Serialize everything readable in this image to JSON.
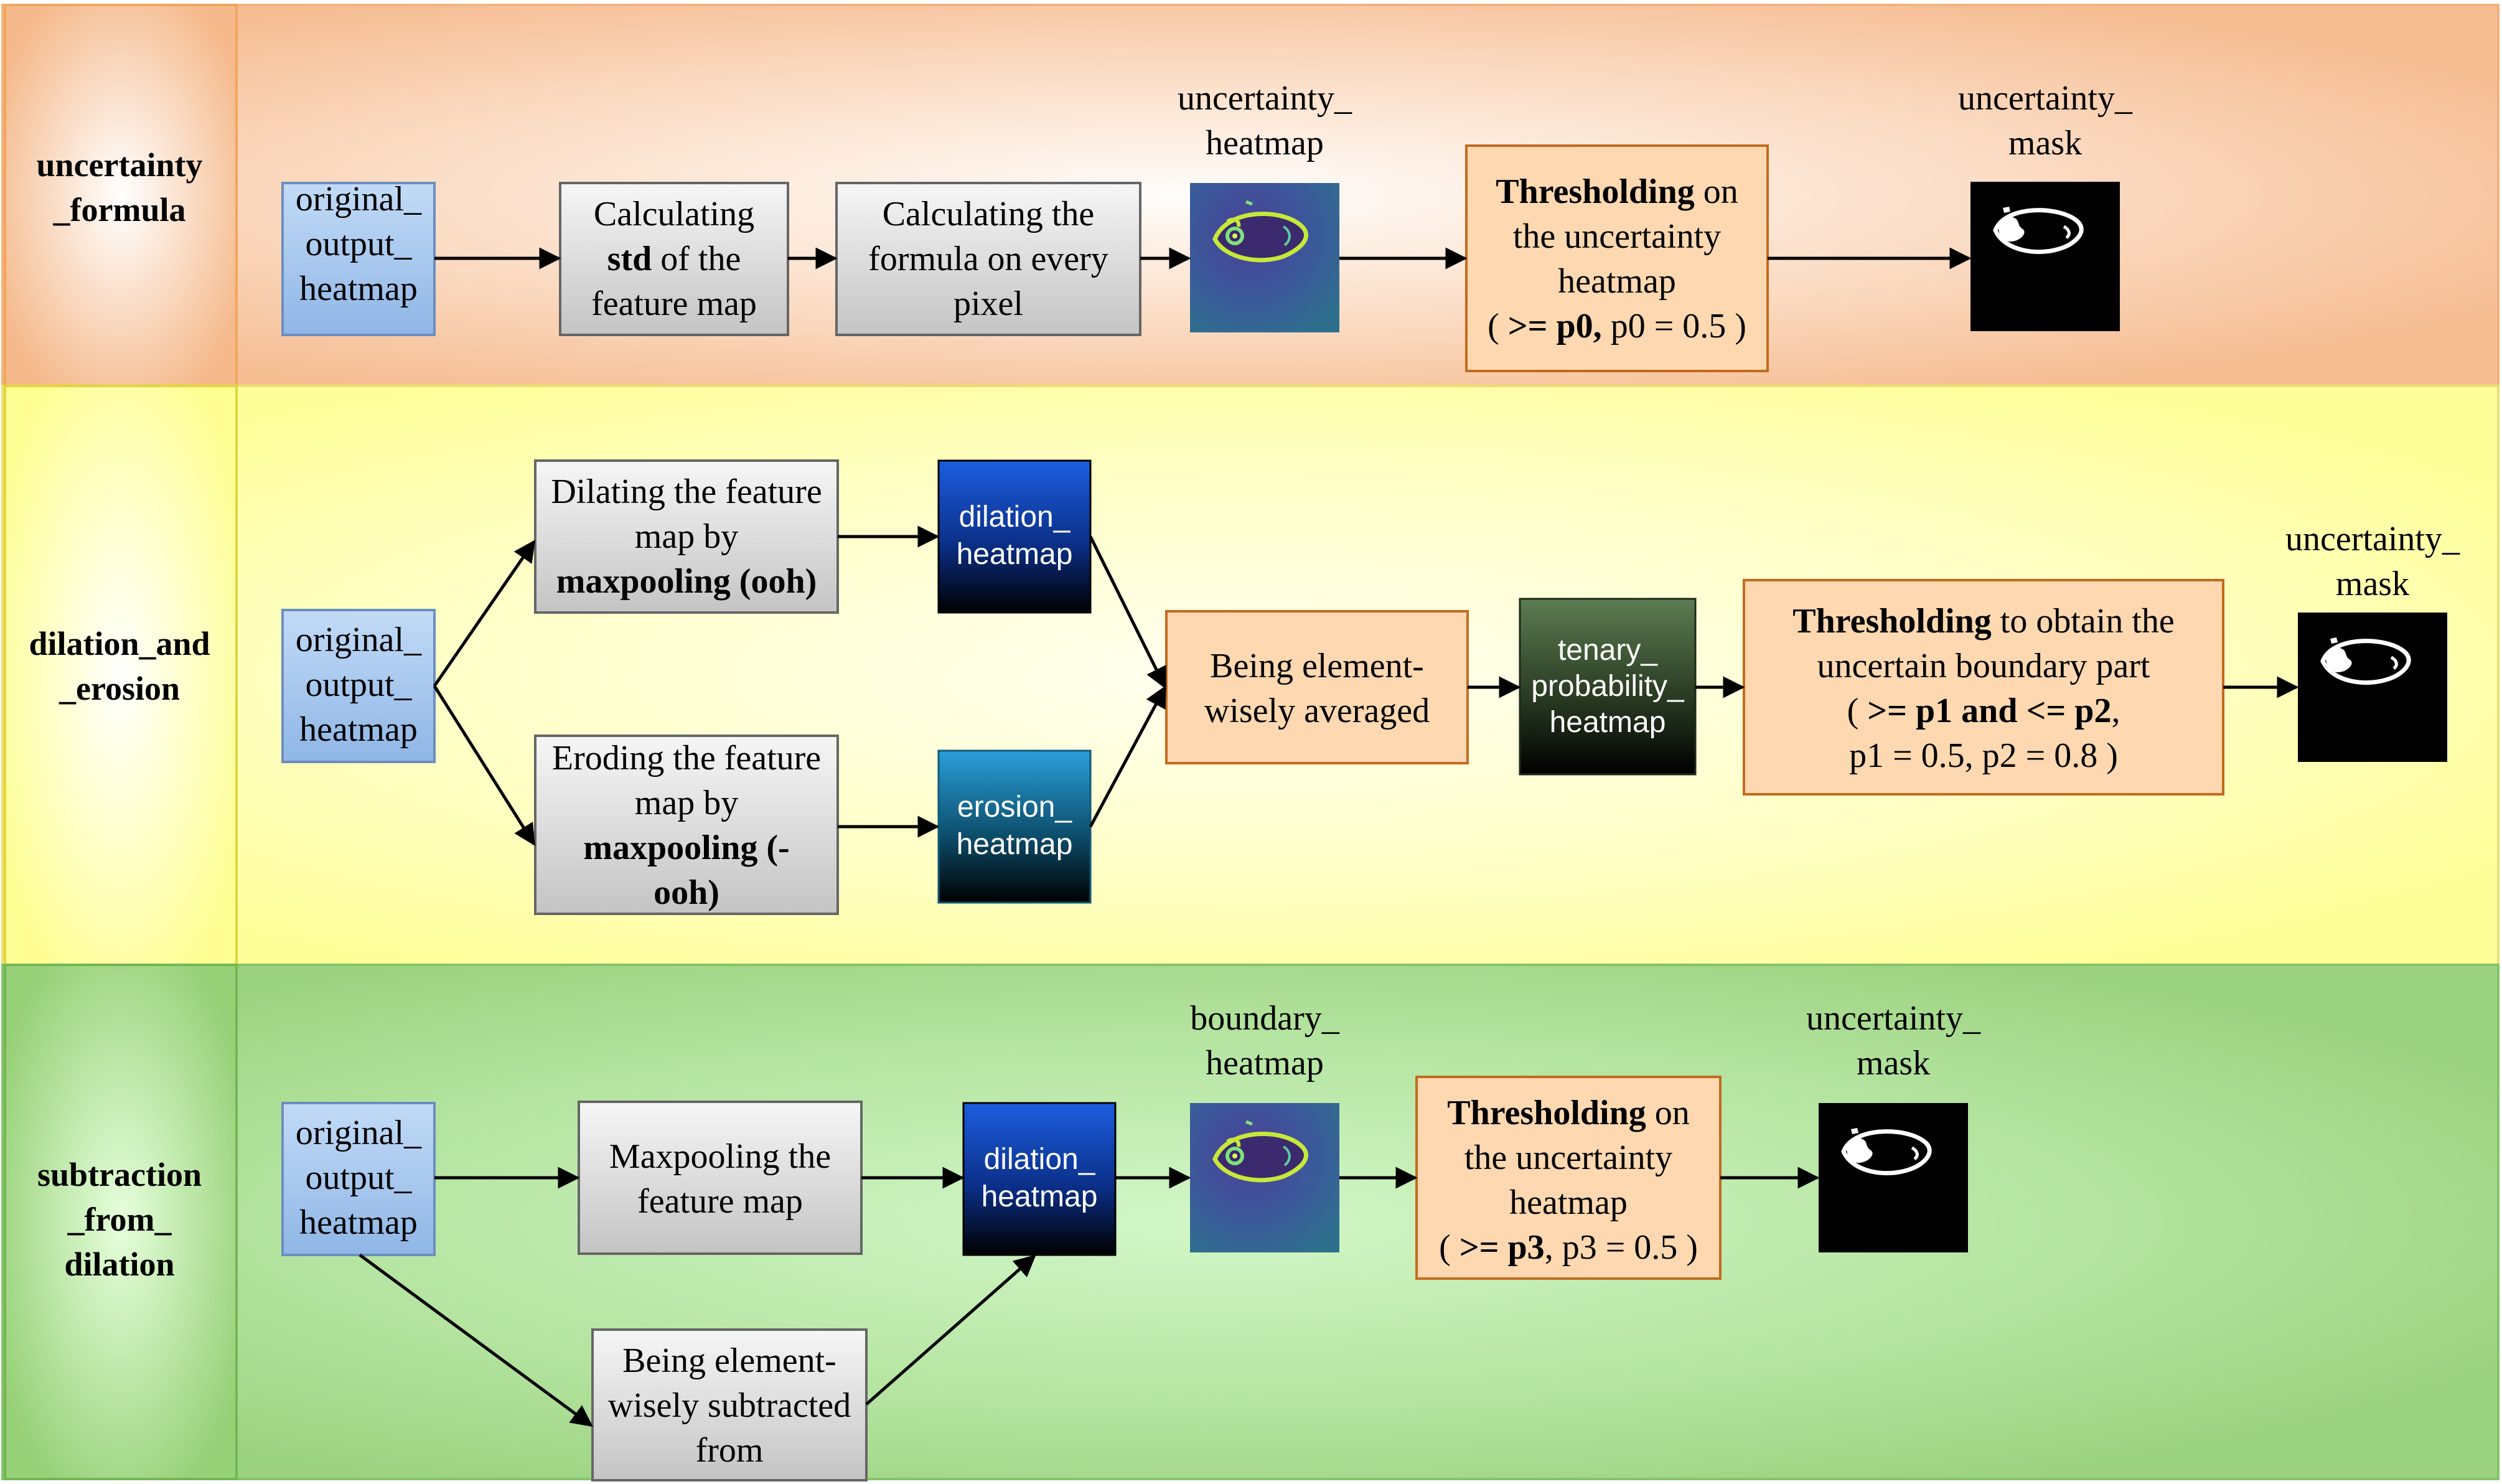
{
  "rows": [
    {
      "label": [
        "uncertainty",
        "_formula"
      ],
      "input": [
        "original_",
        "output_",
        "heatmap"
      ],
      "step1": [
        "Calculating",
        "{b}std{/b} of the",
        "feature map"
      ],
      "step2": [
        "Calculating the",
        "formula on every",
        "pixel"
      ],
      "heatmap_caption": [
        "uncertainty_",
        "heatmap"
      ],
      "threshold": [
        "{b}Thresholding{/b} on",
        "the uncertainty",
        "heatmap",
        "( {b}>= p0,{/b} p0 = 0.5 )"
      ],
      "mask_caption": [
        "uncertainty_",
        "mask"
      ]
    },
    {
      "label": [
        "dilation_and",
        "_erosion"
      ],
      "input": [
        "original_",
        "output_",
        "heatmap"
      ],
      "dilate_step": [
        "Dilating the feature",
        "map  by",
        "{b}maxpooling (ooh){/b}"
      ],
      "erode_step": [
        "Eroding the feature",
        "map  by",
        "{b}maxpooling (-{/b}",
        "{b}ooh){/b}"
      ],
      "dilation_box": [
        "dilation_",
        "heatmap"
      ],
      "erosion_box": [
        "erosion_",
        "heatmap"
      ],
      "average_step": [
        "Being element-",
        "wisely averaged"
      ],
      "tenary_box": [
        "tenary_",
        "probability_",
        "heatmap"
      ],
      "threshold": [
        "{b}Thresholding{/b} to obtain the",
        "uncertain boundary part",
        "( {b}>= p1 and <= p2{/b},",
        "p1 = 0.5, p2 = 0.8 )"
      ],
      "mask_caption": [
        "uncertainty_",
        "mask"
      ]
    },
    {
      "label": [
        "subtraction",
        "_from_",
        "dilation"
      ],
      "input": [
        "original_",
        "output_",
        "heatmap"
      ],
      "maxpool_step": [
        "Maxpooling the",
        "feature map"
      ],
      "subtract_step": [
        "Being element-",
        "wisely subtracted",
        "from"
      ],
      "dilation_box": [
        "dilation_",
        "heatmap"
      ],
      "heatmap_caption": [
        "boundary_",
        "heatmap"
      ],
      "threshold": [
        "{b}Thresholding{/b} on",
        "the uncertainty",
        "heatmap",
        "( {b}>= p3{/b}, p3 = 0.5 )"
      ],
      "mask_caption": [
        "uncertainty_",
        "mask"
      ]
    }
  ],
  "colors": {
    "row1_bg": "#f8c9a4",
    "row2_bg": "#ffffa0",
    "row3_bg": "#a6da8c",
    "input_fill": "#a6c8ee",
    "input_stroke": "#6c8ebf",
    "gray_fill": "#d9d9d9",
    "gray_stroke": "#666666",
    "orange_fill": "#fdd8b0",
    "orange_stroke": "#c26b1f",
    "arrow": "#000000"
  },
  "icons": {
    "uncertainty_heatmap": "heatmap-image-icon",
    "boundary_heatmap": "heatmap-image-icon",
    "mask": "binary-mask-icon"
  }
}
